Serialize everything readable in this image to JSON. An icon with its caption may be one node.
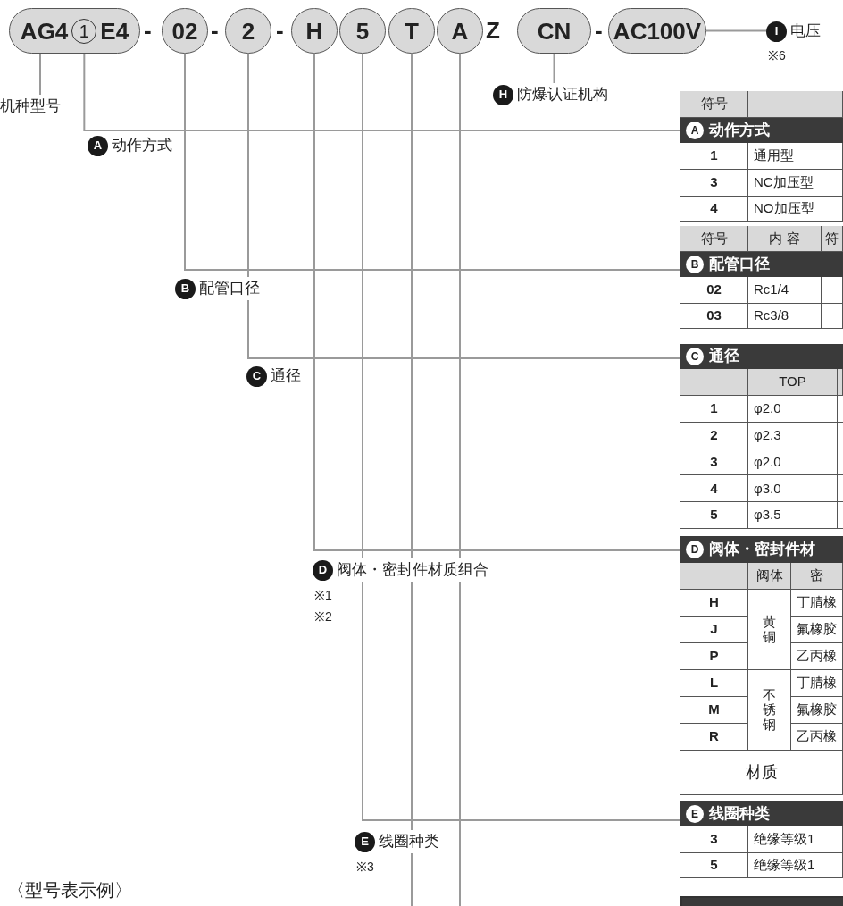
{
  "diagram": {
    "nodes": [
      {
        "text": [
          "AG4",
          "E4"
        ]
      },
      {
        "text": [
          "1"
        ],
        "in": 0
      },
      {
        "text": [
          "02"
        ]
      },
      {
        "text": [
          "2"
        ]
      },
      {
        "text": [
          "H"
        ]
      },
      {
        "text": [
          "5"
        ]
      },
      {
        "text": [
          "T"
        ]
      },
      {
        "text": [
          "A"
        ]
      },
      {
        "text": [
          "CN"
        ]
      },
      {
        "text": [
          "AC100V"
        ]
      },
      {
        "text": [
          "机种型号"
        ]
      },
      {
        "text": [
          "H",
          "防爆认证机构"
        ]
      },
      {
        "text": [
          "I",
          "电压"
        ],
        "beside": [
          "※6"
        ]
      },
      {
        "text": [
          "符号",
          "A",
          "动作方式",
          "1",
          "通用型",
          "3",
          "NC加压型",
          "4",
          "NO加压型"
        ]
      },
      {
        "text": [
          "符号",
          "内 容",
          "符",
          "B",
          "配管口径",
          "02",
          "Rc1/4",
          "03",
          "Rc3/8"
        ]
      },
      {
        "text": [
          "C",
          "通径",
          "TOP",
          "1",
          "φ2.0",
          "2",
          "φ2.3",
          "3",
          "φ2.0",
          "4",
          "φ3.0",
          "5",
          "φ3.5"
        ]
      },
      {
        "text": [
          "D",
          "阀体・密封件材",
          "阀体",
          "密",
          "H",
          "黄铜",
          "丁腈橡",
          "J",
          "氟橡胶",
          "P",
          "乙丙橡",
          "L",
          "不锈钢",
          "丁腈橡",
          "M",
          "氟橡胶",
          "R",
          "乙丙橡",
          "材质"
        ]
      },
      {
        "text": [
          "E",
          "线圈种类",
          "3",
          "绝缘等级1",
          "5",
          "绝缘等级1"
        ]
      },
      {
        "text": [
          "A",
          "动作方式"
        ]
      },
      {
        "text": [
          "B",
          "配管口径"
        ]
      },
      {
        "text": [
          "C",
          "通径"
        ]
      },
      {
        "text": [
          "D",
          "阀体・密封件材质组合"
        ],
        "beside": [
          "※1",
          "※2"
        ]
      },
      {
        "text": [
          "E",
          "线圈种类"
        ],
        "beside": [
          "※3"
        ]
      }
    ],
    "edges": [
      {
        "from": 10,
        "to": 0,
        "arrow": "none"
      },
      {
        "from": 1,
        "to": 13,
        "arrow": "none"
      },
      {
        "from": 2,
        "to": 14,
        "arrow": "none"
      },
      {
        "from": 3,
        "to": 15,
        "arrow": "none"
      },
      {
        "from": 4,
        "to": 16,
        "arrow": "none"
      },
      {
        "from": 5,
        "to": 17,
        "arrow": "none"
      },
      {
        "from": 6,
        "to": null,
        "arrow": "none"
      },
      {
        "from": 7,
        "to": null,
        "arrow": "none"
      },
      {
        "from": 8,
        "to": 11,
        "arrow": "none"
      },
      {
        "from": 9,
        "to": 12,
        "arrow": "none"
      }
    ],
    "labels": [
      "-",
      "-",
      "-",
      "Z",
      "-",
      "〈型号表示例〉"
    ]
  }
}
